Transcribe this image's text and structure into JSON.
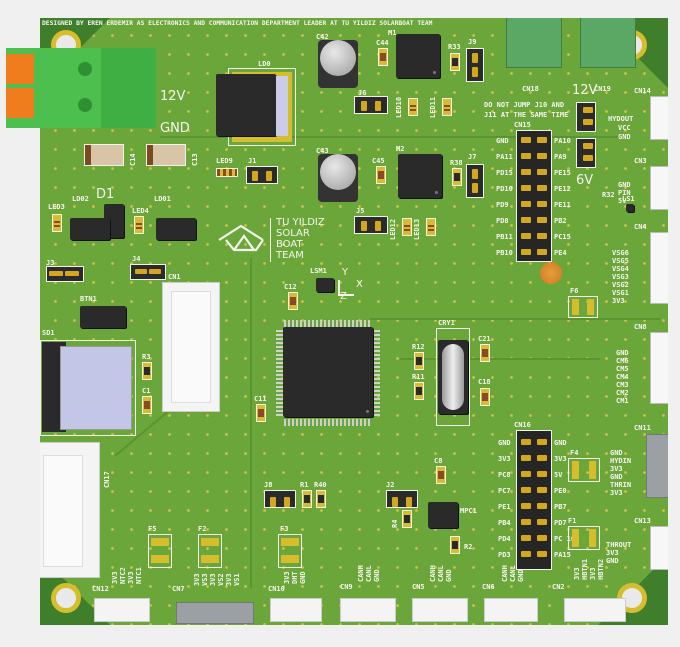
{
  "board": {
    "credit_text": "DESIGNED BY EREN ERDEMIR AS ELECTRONICS AND COMMUNICATION DEPARTMENT LEADER AT TU YILDIZ SOLARBOAT TEAM",
    "logo_lines": [
      "TU YILDIZ",
      "SOLAR",
      "BOAT",
      "TEAM"
    ],
    "warning_text": [
      "DO NOT JUMP J10 AND",
      "J11 AT THE SAME TIME"
    ],
    "colors": {
      "pcb": "#6aa63a",
      "silkscreen": "#f6f6ef",
      "pad_gold": "#d6bd2d",
      "terminal_green": "#45b84a",
      "terminal_orange": "#ef7d1e"
    }
  },
  "power_input": {
    "label_12v": "12V",
    "label_gnd": "GND",
    "regulator_ref": "LD0"
  },
  "voltage_select": {
    "label_12v": "12V",
    "label_6v": "6V",
    "j10_ref": "J10",
    "j11_ref": "J11"
  },
  "components": {
    "C42": "C42",
    "C44": "C44",
    "M1": "M1",
    "R33": "R33",
    "J9": "J9",
    "J6": "J6",
    "LED10": "LED10",
    "LED11": "LED11",
    "C43": "C43",
    "C45": "C45",
    "M2": "M2",
    "R38": "R38",
    "J7": "J7",
    "J5": "J5",
    "LED12": "LED12",
    "LED13": "LED13",
    "C14": "C14",
    "C13": "C13",
    "LED9": "LED9",
    "J1": "J1",
    "D1": "D1",
    "LED3": "LED3",
    "LD02": "LD02",
    "LED4": "LED4",
    "LD01": "LD01",
    "J3": "J3",
    "J4": "J4",
    "CN1": "CN1",
    "BTN1": "BTN1",
    "SD1": "SD1",
    "R3": "R3",
    "C1": "C1",
    "CN17": "CN17",
    "LSM1": "LSM1",
    "C12": "C12",
    "C11": "C11",
    "CRY1": "CRY1",
    "R12": "R12",
    "R11": "R11",
    "C21": "C21",
    "C18": "C18",
    "LS1": "LS1",
    "R32": "R32",
    "F6": "F6",
    "J8": "J8",
    "R1": "R1",
    "R40": "R40",
    "J2": "J2",
    "R4": "R4",
    "C8": "C8",
    "MPC1": "MPC1",
    "R2": "R2",
    "F5": "F5",
    "F2": "F2",
    "F3": "F3",
    "F4": "F4",
    "F1": "F1",
    "axis_x": "X",
    "axis_y": "Y",
    "axis_z": "Z"
  },
  "top_connectors": {
    "cn18": "CN18",
    "cn19": "CN19"
  },
  "cn15": {
    "ref": "CN15",
    "left": [
      "GND",
      "PA11",
      "PD15",
      "PD10",
      "PD9",
      "PD8",
      "PB11",
      "PB10"
    ],
    "right": [
      "PA10",
      "PA9",
      "PE15",
      "PE12",
      "PE11",
      "PB2",
      "PC15",
      "PE4"
    ]
  },
  "cn16": {
    "ref": "CN16",
    "left": [
      "GND",
      "3V3",
      "PC8",
      "PC7",
      "PE1",
      "PB4",
      "PD4",
      "PD3"
    ],
    "right": [
      "GND",
      "3V3",
      "5V",
      "PE0",
      "PB7",
      "PD7",
      "PC 10",
      "PA15"
    ]
  },
  "right_connectors": [
    {
      "ref": "CN14",
      "pins": [
        "HYDOUT",
        "VCC",
        "GND"
      ]
    },
    {
      "ref": "CN3",
      "pins": [
        "GND",
        "PIN",
        "5V"
      ]
    },
    {
      "ref": "CN4",
      "pins": [
        "VSG6",
        "VSG5",
        "VSG4",
        "VSG3",
        "VSG2",
        "VSG1",
        "3V3"
      ]
    },
    {
      "ref": "CN8",
      "pins": [
        "GND",
        "CM6",
        "CM5",
        "CM4",
        "CM3",
        "CM2",
        "CM1"
      ]
    },
    {
      "ref": "CN11",
      "pins": [
        "GND",
        "HYDIN",
        "3V3",
        "GND",
        "THRIN",
        "3V3"
      ]
    },
    {
      "ref": "CN13",
      "pins": [
        "THROUT",
        "3V3",
        "GND"
      ]
    }
  ],
  "bottom_connectors": [
    {
      "ref": "CN12",
      "pins": [
        "3V3",
        "NTC2",
        "3V3",
        "NTC1"
      ]
    },
    {
      "ref": "CN7",
      "pins": [
        "3V3",
        "VS3",
        "3V3",
        "VS2",
        "3V3",
        "VS1"
      ]
    },
    {
      "ref": "CN10",
      "pins": [
        "3V3",
        "DHT",
        "GND"
      ]
    },
    {
      "ref": "CN9",
      "pins": [
        "CANH",
        "CANL",
        "GND"
      ]
    },
    {
      "ref": "CN5",
      "pins": [
        "CANH",
        "CANL",
        "GND"
      ]
    },
    {
      "ref": "CN6",
      "pins": [
        "CANH",
        "CANL",
        "GND"
      ]
    },
    {
      "ref": "CN2",
      "pins": [
        "3V3",
        "HBTN1",
        "3V3",
        "HBTN2"
      ]
    }
  ]
}
